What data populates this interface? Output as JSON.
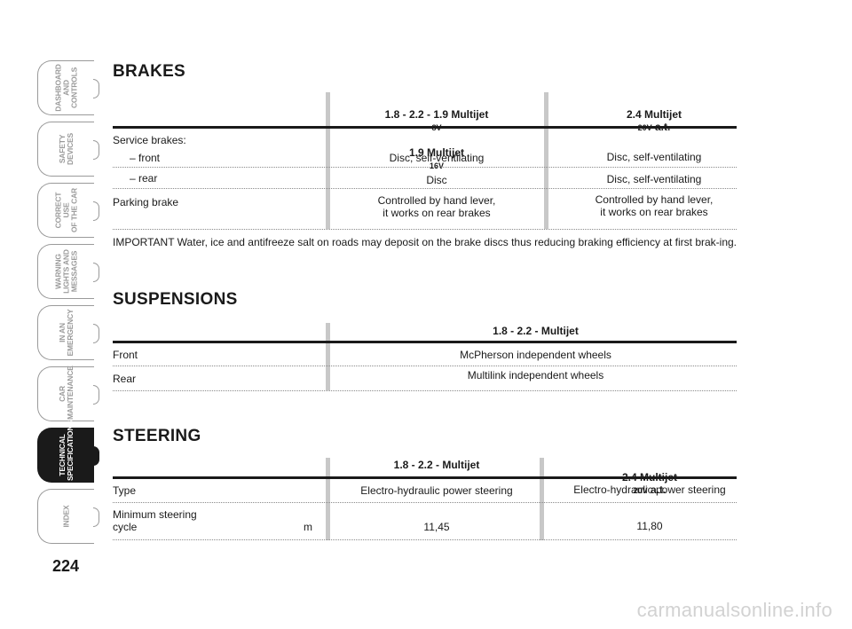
{
  "side_tabs": [
    {
      "label": "DASHBOARD\nAND CONTROLS",
      "active": false
    },
    {
      "label": "SAFETY\nDEVICES",
      "active": false
    },
    {
      "label": "CORRECT USE\nOF THE CAR",
      "active": false
    },
    {
      "label": "WARNING\nLIGHTS AND\nMESSAGES",
      "active": false
    },
    {
      "label": "IN AN\nEMERGENCY",
      "active": false
    },
    {
      "label": "CAR\nMAINTENANCE",
      "active": false
    },
    {
      "label": "TECHNICAL\nSPECIFICATIONS",
      "active": true
    },
    {
      "label": "INDEX",
      "active": false
    }
  ],
  "page_number": "224",
  "brakes": {
    "title": "BRAKES",
    "col1_header_line1": "1.8 - 2.2 - 1.9 Multijet",
    "col1_header_line1_suffix": "8V",
    "col1_header_line2": "1.9 Multijet",
    "col1_header_line2_suffix": "16V",
    "col2_header": "2.4 Multijet",
    "col2_header_suffix": "20V",
    "col2_header_tail": " a.t.",
    "service_label": "Service brakes:",
    "front_label": "– front",
    "rear_label": "– rear",
    "parking_label": "Parking brake",
    "front_col1": "Disc, self-ventilating",
    "front_col2": "Disc, self-ventilating",
    "rear_col1": "Disc",
    "rear_col2": "Disc, self-ventilating",
    "parking_col1": "Controlled by hand lever,\nit works on rear brakes",
    "parking_col2": "Controlled by hand lever,\nit works on rear brakes",
    "note": "IMPORTANT Water, ice and antifreeze salt on roads may deposit on the brake discs thus reducing braking efficiency at first brak-ing."
  },
  "suspensions": {
    "title": "SUSPENSIONS",
    "header": "1.8 - 2.2 - Multijet",
    "front_label": "Front",
    "rear_label": "Rear",
    "front_value": "McPherson independent wheels",
    "rear_value": "Multilink independent wheels"
  },
  "steering": {
    "title": "STEERING",
    "col1_header": "1.8 - 2.2 - Multijet",
    "col2_header": "2.4 Multijet",
    "col2_header_suffix": "20V",
    "col2_header_tail": " a.t.",
    "type_label": "Type",
    "min_label": "Minimum steering\ncycle",
    "min_unit": "m",
    "type_col1": "Electro-hydraulic power steering",
    "type_col2": "Electro-hydraulic power steering",
    "min_col1": "11,45",
    "min_col2": "11,80"
  },
  "watermark": "carmanualsonline.info"
}
